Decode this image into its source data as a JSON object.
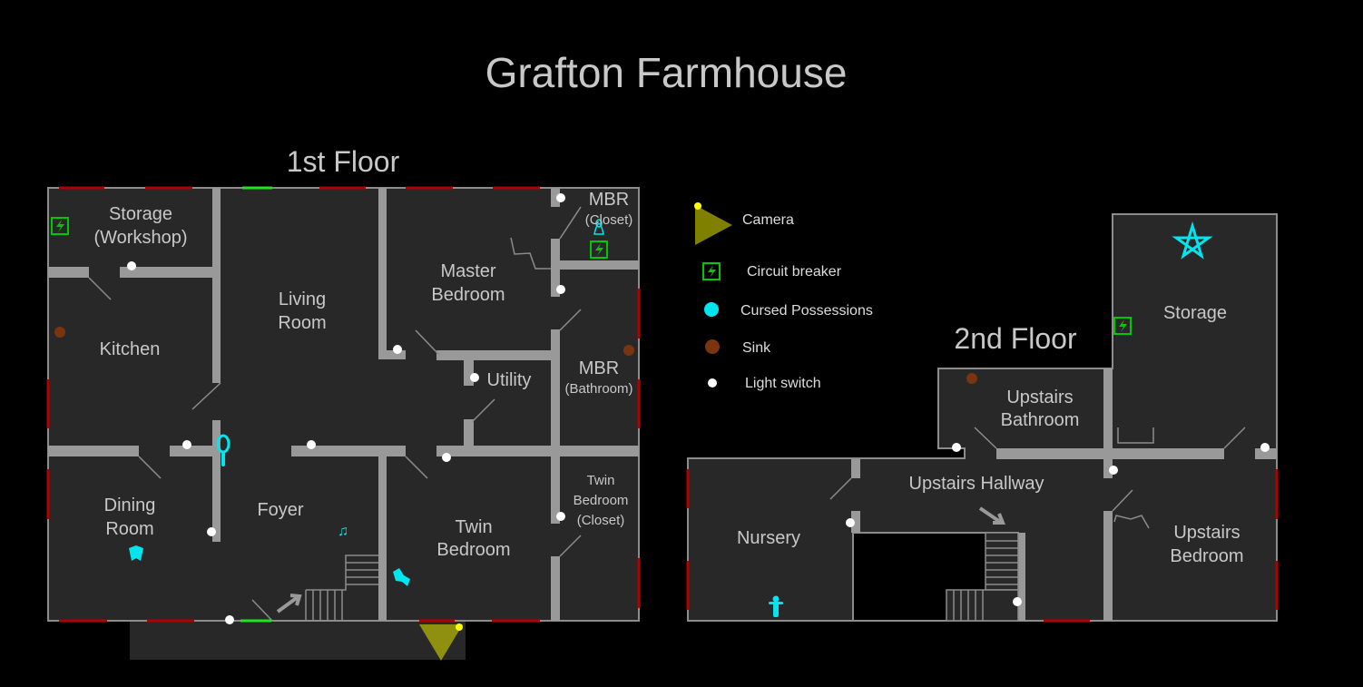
{
  "title": "Grafton Farmhouse",
  "floors": {
    "first": {
      "label": "1st Floor",
      "rooms": {
        "storage": [
          "Storage",
          "(Workshop)"
        ],
        "kitchen": "Kitchen",
        "living": [
          "Living",
          "Room"
        ],
        "master": [
          "Master",
          "Bedroom"
        ],
        "mbr_closet": [
          "MBR",
          "(Closet)"
        ],
        "mbr_bath": [
          "MBR",
          "(Bathroom)"
        ],
        "utility": "Utility",
        "dining": [
          "Dining",
          "Room"
        ],
        "foyer": "Foyer",
        "twin": [
          "Twin",
          "Bedroom"
        ],
        "twin_closet": [
          "Twin",
          "Bedroom",
          "(Closet)"
        ]
      }
    },
    "second": {
      "label": "2nd Floor",
      "rooms": {
        "storage": "Storage",
        "bathroom": [
          "Upstairs",
          "Bathroom"
        ],
        "hallway": "Upstairs Hallway",
        "nursery": "Nursery",
        "bedroom": [
          "Upstairs",
          "Bedroom"
        ]
      }
    }
  },
  "legend": [
    {
      "icon": "camera-icon",
      "label": "Camera",
      "color": "#808000"
    },
    {
      "icon": "circuit-breaker-icon",
      "label": "Circuit breaker",
      "color": "#00c800"
    },
    {
      "icon": "cursed-possession-icon",
      "label": "Cursed Possessions",
      "color": "#00e5ee"
    },
    {
      "icon": "sink-icon",
      "label": "Sink",
      "color": "#7a3510"
    },
    {
      "icon": "light-switch-icon",
      "label": "Light switch",
      "color": "#ffffff"
    }
  ],
  "colors": {
    "window": "#b00000",
    "door": "#1ee61e",
    "wall": "#999999",
    "floor": "#282828"
  }
}
